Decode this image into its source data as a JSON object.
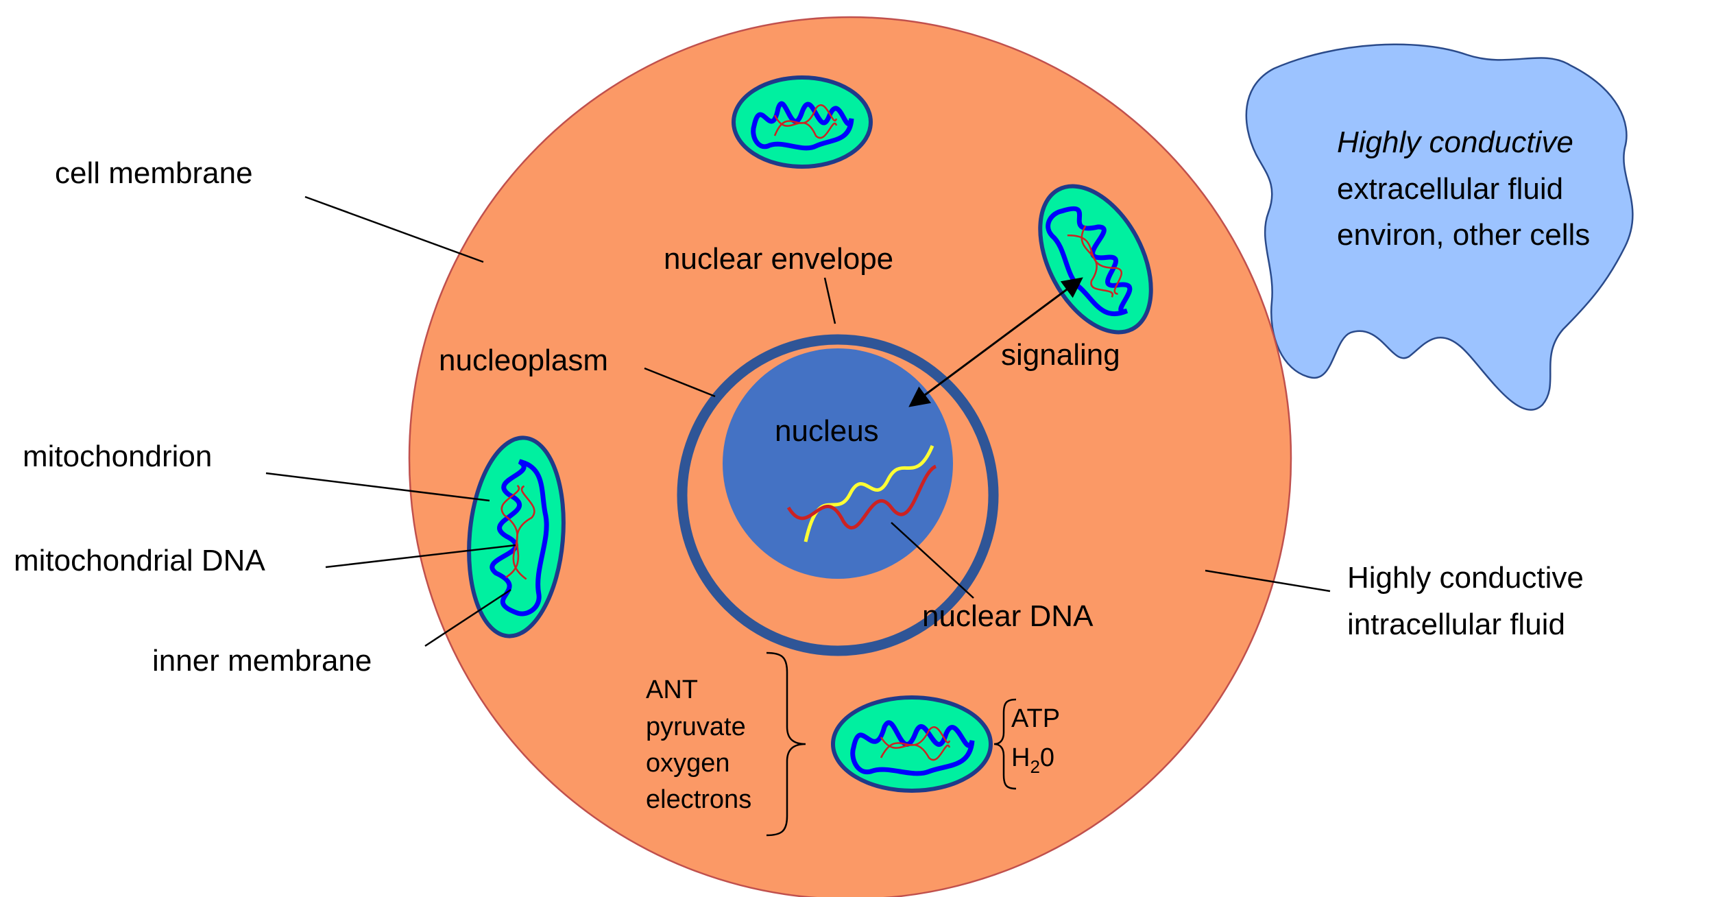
{
  "colors": {
    "cytoplasm": "#fb9966",
    "cell_outline": "#c0504d",
    "nucleus": "#4472c4",
    "nuclear_envelope": "#2f5597",
    "mito_fill": "#00f0a0",
    "mito_outline": "#1f3a8a",
    "inner_membrane": "#0000ff",
    "dna_red": "#cc2222",
    "dna_yellow": "#ffff33",
    "fluid_blob": "#9cc3ff",
    "fluid_outline": "#2a4a8a"
  },
  "labels": {
    "cell_membrane": "cell membrane",
    "nuclear_envelope": "nuclear envelope",
    "nucleoplasm": "nucleoplasm",
    "nucleus": "nucleus",
    "signaling": "signaling",
    "mitochondrion": "mitochondrion",
    "mitochondrial_dna": "mitochondrial DNA",
    "inner_membrane": "inner membrane",
    "nuclear_dna": "nuclear DNA",
    "intracellular_line1": "Highly conductive",
    "intracellular_line2": "intracellular fluid",
    "extracellular_line1": "Highly conductive",
    "extracellular_line2": "extracellular fluid",
    "extracellular_line3": "environ, other cells"
  },
  "inputs": [
    "ANT",
    "pyruvate",
    "oxygen",
    "electrons"
  ],
  "outputs": {
    "atp": "ATP",
    "water_h": "H",
    "water_sub": "2",
    "water_o": "0"
  }
}
